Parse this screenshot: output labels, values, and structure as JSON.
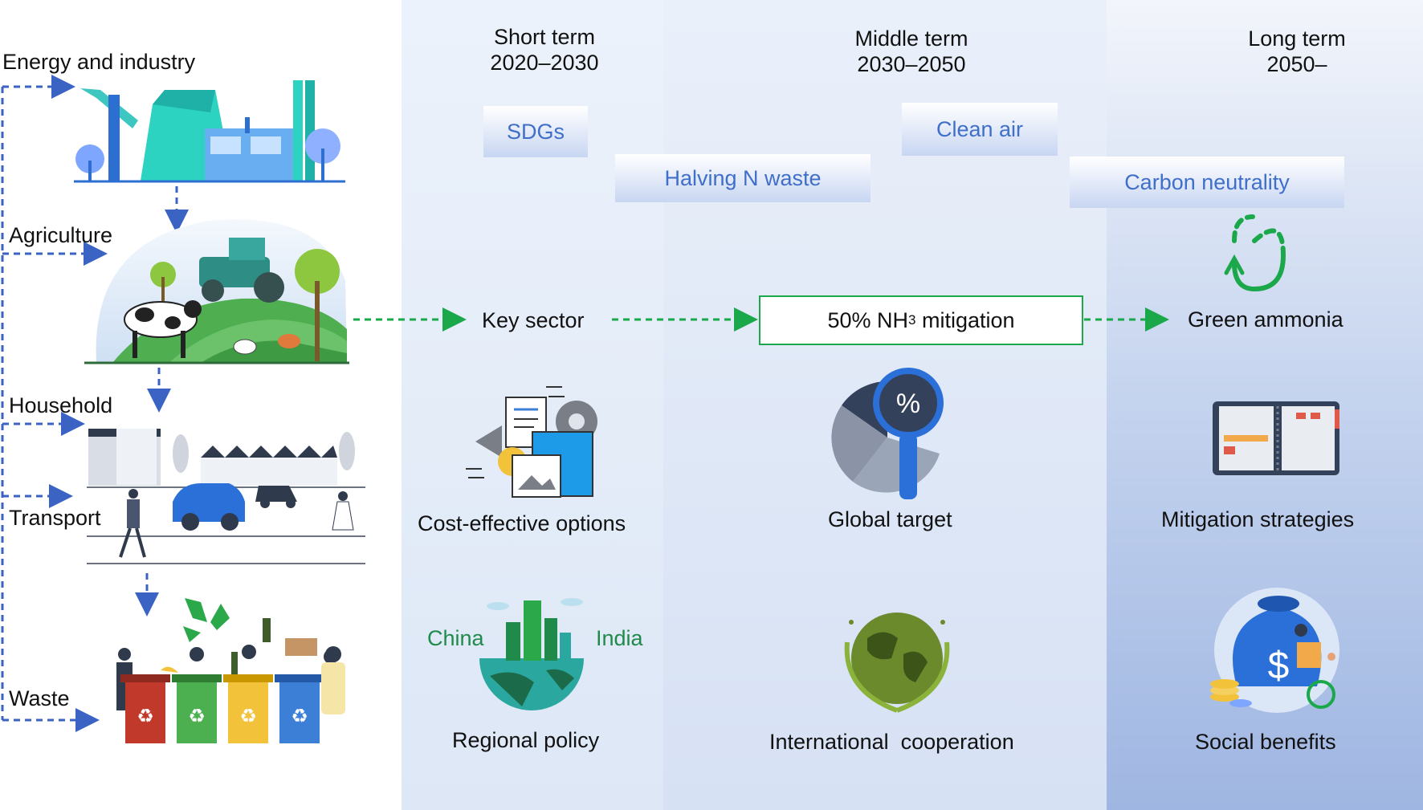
{
  "sectors": {
    "energy": "Energy and industry",
    "agriculture": "Agriculture",
    "household": "Household",
    "transport": "Transport",
    "waste": "Waste"
  },
  "periods": {
    "short": {
      "name": "Short term",
      "years": "2020–2030"
    },
    "middle": {
      "name": "Middle term",
      "years": "2030–2050"
    },
    "long": {
      "name": "Long term",
      "years": "2050–"
    }
  },
  "goals": {
    "sdgs": "SDGs",
    "halving": "Halving N waste",
    "clean_air": "Clean air",
    "carbon": "Carbon neutrality"
  },
  "pathway": {
    "key_sector": "Key sector",
    "mitigation_prefix": "50% NH",
    "mitigation_sub": "3",
    "mitigation_suffix": " mitigation",
    "green_ammonia": "Green ammonia"
  },
  "actions": {
    "cost_effective": "Cost-effective options",
    "global_target": "Global target",
    "mitigation_strategies": "Mitigation strategies",
    "regional_policy": "Regional policy",
    "international": "International  cooperation",
    "social_benefits": "Social benefits",
    "china": "China",
    "india": "India"
  },
  "colors": {
    "dash_blue": "#3a63c4",
    "dash_green": "#1aa84a",
    "goal_text": "#3f6fc9",
    "panel_light": "#e4ecf8",
    "panel_mid": "#e2eaf7",
    "panel_dark": "#b7c9ea"
  }
}
